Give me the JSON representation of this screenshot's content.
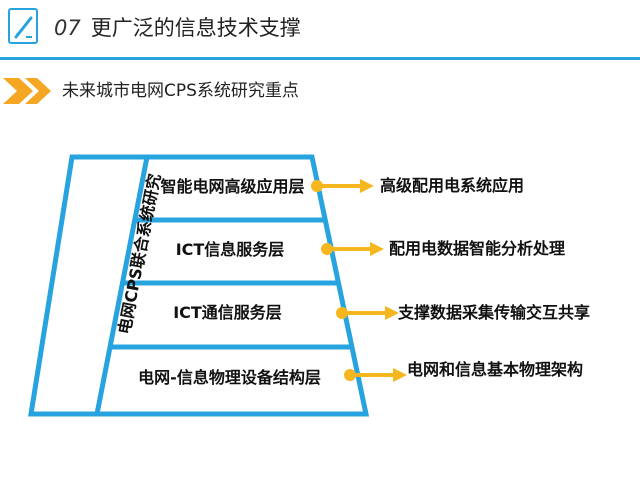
{
  "header": {
    "number": "07",
    "title": "更广泛的信息技术支撑"
  },
  "section": {
    "title": "未来城市电网CPS系统研究重点"
  },
  "pyramid": {
    "side_label": "电网CPS联合系统研究",
    "layers": [
      {
        "label": "智能电网高级应用层",
        "result": "高级配用电系统应用"
      },
      {
        "label": "ICT信息服务层",
        "result": "配用电数据智能分析处理"
      },
      {
        "label": "ICT通信服务层",
        "result": "支撑数据采集传输交互共享"
      },
      {
        "label": "电网-信息物理设备结构层",
        "result": "电网和信息基本物理架构"
      }
    ]
  },
  "colors": {
    "accent_blue": "#27a3df",
    "arrow_yellow": "#f5b61e",
    "section_orange": "#f5a623"
  },
  "icons": [
    "edit-pencil-icon",
    "double-chevron-icon",
    "arrow-right-icon"
  ]
}
